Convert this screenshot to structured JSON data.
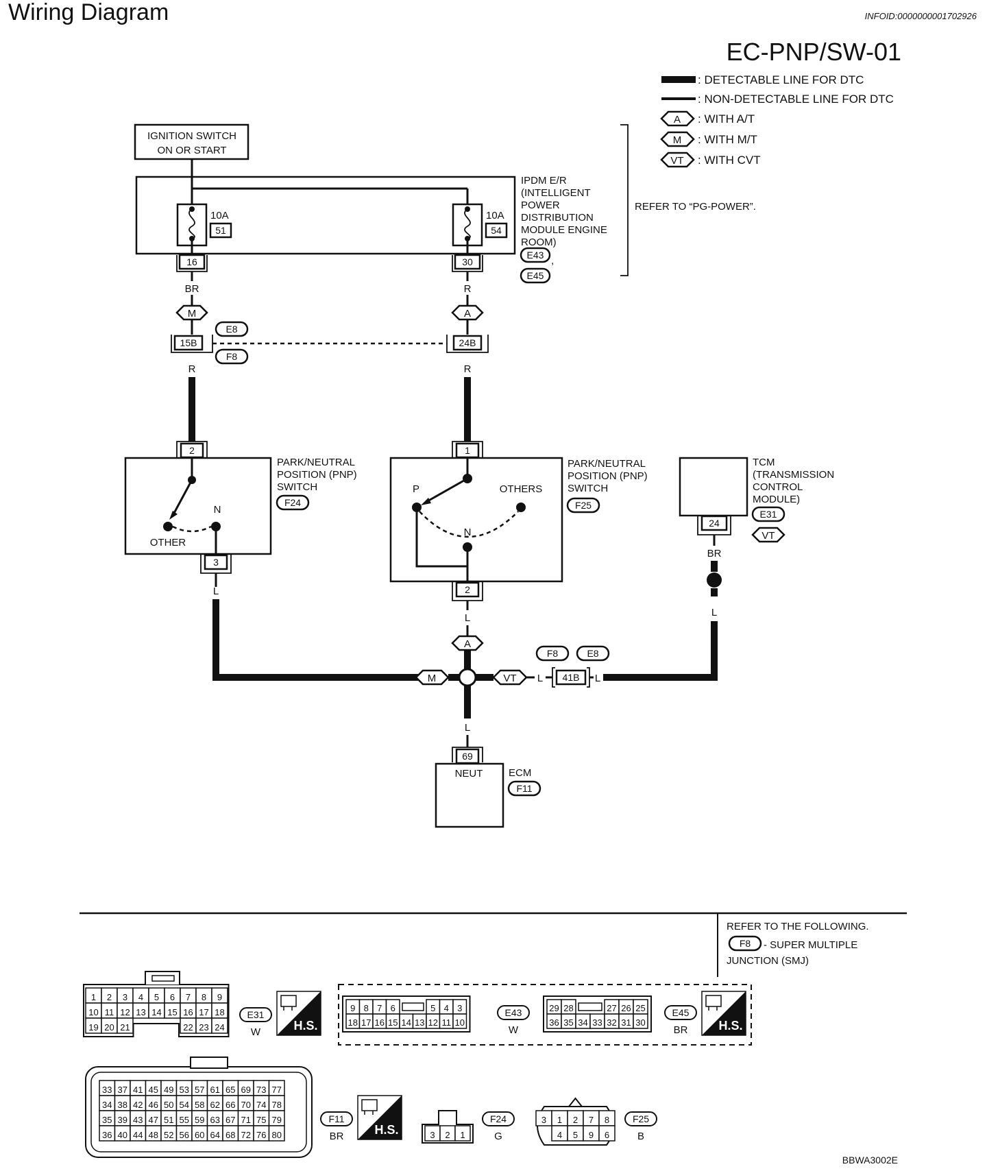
{
  "header": {
    "title": "Wiring Diagram",
    "info_id": "INFOID:0000000001702926",
    "code": "EC-PNP/SW-01",
    "figure_id": "BBWA3002E"
  },
  "legend": {
    "detectable": ": DETECTABLE LINE FOR DTC",
    "non_detectable": ": NON-DETECTABLE LINE FOR DTC",
    "options": [
      {
        "tag": "A",
        "label": ": WITH A/T"
      },
      {
        "tag": "M",
        "label": ": WITH M/T"
      },
      {
        "tag": "VT",
        "label": ": WITH CVT"
      }
    ]
  },
  "ignition": {
    "line1": "IGNITION SWITCH",
    "line2": "ON OR START"
  },
  "ipdm": {
    "lines": [
      "IPDM E/R",
      "(INTELLIGENT",
      "POWER",
      "DISTRIBUTION",
      "MODULE ENGINE",
      "ROOM)"
    ],
    "connectors": [
      "E43",
      "E45"
    ],
    "refer": "REFER TO “PG-POWER”.",
    "fuse1": {
      "rating": "10A",
      "num": "51",
      "pin": "16"
    },
    "fuse2": {
      "rating": "10A",
      "num": "54",
      "pin": "30"
    }
  },
  "wires": {
    "br": "BR",
    "r": "R",
    "l": "L"
  },
  "junction": {
    "left_pin": "15B",
    "right_pin": "24B",
    "conn_top": "E8",
    "conn_bottom": "F8",
    "mid_pin": "41B",
    "mid_conn_a": "F8",
    "mid_conn_b": "E8"
  },
  "pnp_mt": {
    "lines": [
      "PARK/NEUTRAL",
      "POSITION (PNP)",
      "SWITCH"
    ],
    "connector": "F24",
    "pin_top": "2",
    "pin_bottom": "3",
    "pos_other": "OTHER",
    "pos_n": "N"
  },
  "pnp_at": {
    "lines": [
      "PARK/NEUTRAL",
      "POSITION (PNP)",
      "SWITCH"
    ],
    "connector": "F25",
    "pin_top": "1",
    "pin_bottom": "2",
    "pos_p": "P",
    "pos_others": "OTHERS",
    "pos_n": "N"
  },
  "tcm": {
    "lines": [
      "TCM",
      "(TRANSMISSION",
      "CONTROL",
      "MODULE)"
    ],
    "connector": "E31",
    "tag": "VT",
    "pin": "24"
  },
  "ecm": {
    "label": "ECM",
    "connector": "F11",
    "pin": "69",
    "terminal": "NEUT"
  },
  "refer_following": {
    "line1": "REFER TO THE FOLLOWING.",
    "conn": "F8",
    "line2": "- SUPER MULTIPLE",
    "line3": "JUNCTION (SMJ)"
  },
  "connectors": {
    "hs": "H.S.",
    "e31": {
      "name": "E31",
      "color": "W",
      "row1": [
        "1",
        "2",
        "3",
        "4",
        "5",
        "6",
        "7",
        "8",
        "9"
      ],
      "row2": [
        "10",
        "11",
        "12",
        "13",
        "14",
        "15",
        "16",
        "17",
        "18"
      ],
      "row3a": [
        "19",
        "20",
        "21"
      ],
      "row3b": [
        "22",
        "23",
        "24"
      ]
    },
    "e43": {
      "name": "E43",
      "color": "W",
      "row1a": [
        "9",
        "8",
        "7",
        "6"
      ],
      "row1b": [
        "5",
        "4",
        "3"
      ],
      "row2": [
        "18",
        "17",
        "16",
        "15",
        "14",
        "13",
        "12",
        "11",
        "10"
      ]
    },
    "e45": {
      "name": "E45",
      "color": "BR",
      "row1a": [
        "29",
        "28"
      ],
      "row1b": [
        "27",
        "26",
        "25"
      ],
      "row2": [
        "36",
        "35",
        "34",
        "33",
        "32",
        "31",
        "30"
      ]
    },
    "f11": {
      "name": "F11",
      "color": "BR",
      "rows": [
        [
          "33",
          "37",
          "41",
          "45",
          "49",
          "53",
          "57",
          "61",
          "65",
          "69",
          "73",
          "77"
        ],
        [
          "34",
          "38",
          "42",
          "46",
          "50",
          "54",
          "58",
          "62",
          "66",
          "70",
          "74",
          "78"
        ],
        [
          "35",
          "39",
          "43",
          "47",
          "51",
          "55",
          "59",
          "63",
          "67",
          "71",
          "75",
          "79"
        ],
        [
          "36",
          "40",
          "44",
          "48",
          "52",
          "56",
          "60",
          "64",
          "68",
          "72",
          "76",
          "80"
        ]
      ]
    },
    "f24": {
      "name": "F24",
      "color": "G",
      "pins": [
        "3",
        "2",
        "1"
      ]
    },
    "f25": {
      "name": "F25",
      "color": "B",
      "row1": [
        "3",
        "1",
        "2",
        "7",
        "8"
      ],
      "row2": [
        "4",
        "5",
        "9",
        "6"
      ]
    }
  }
}
